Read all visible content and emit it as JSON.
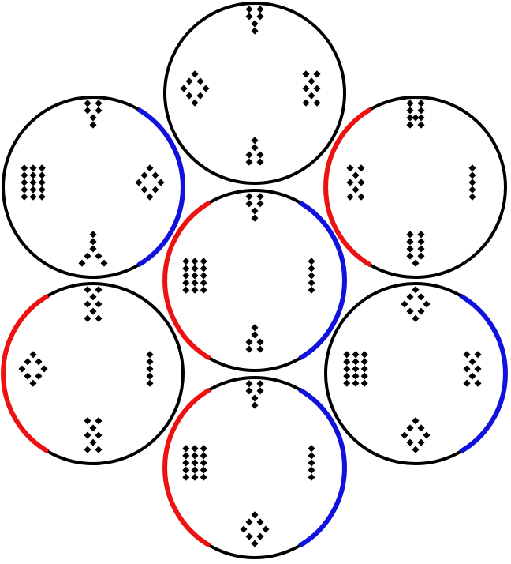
{
  "diagram": {
    "colors": {
      "outline": "#000000",
      "arc_red": "#ee1111",
      "arc_blue": "#1111dd",
      "dot": "#000000",
      "background": "#ffffff"
    },
    "tiles": [
      {
        "id": "top",
        "arcs": [],
        "dot_groups": [
          {
            "side": "top",
            "pattern": "Y"
          },
          {
            "side": "left",
            "pattern": "O"
          },
          {
            "side": "right",
            "pattern": "X"
          },
          {
            "side": "bottom",
            "pattern": "A"
          }
        ]
      },
      {
        "id": "upper-left",
        "arcs": [
          {
            "color": "blue",
            "side": "right"
          }
        ],
        "dot_groups": [
          {
            "side": "top",
            "pattern": "Y"
          },
          {
            "side": "left",
            "pattern": "II"
          },
          {
            "side": "right",
            "pattern": "O"
          },
          {
            "side": "bottom",
            "pattern": "Lambda"
          }
        ]
      },
      {
        "id": "upper-right",
        "arcs": [
          {
            "color": "red",
            "side": "left"
          }
        ],
        "dot_groups": [
          {
            "side": "top",
            "pattern": "N"
          },
          {
            "side": "left",
            "pattern": "X"
          },
          {
            "side": "right",
            "pattern": "I"
          },
          {
            "side": "bottom",
            "pattern": "U"
          }
        ]
      },
      {
        "id": "center",
        "arcs": [
          {
            "color": "red",
            "side": "left"
          },
          {
            "color": "blue",
            "side": "right"
          }
        ],
        "dot_groups": [
          {
            "side": "top",
            "pattern": "V"
          },
          {
            "side": "left",
            "pattern": "II"
          },
          {
            "side": "right",
            "pattern": "I"
          },
          {
            "side": "bottom",
            "pattern": "A"
          }
        ]
      },
      {
        "id": "lower-left",
        "arcs": [
          {
            "color": "red",
            "side": "left"
          }
        ],
        "dot_groups": [
          {
            "side": "top",
            "pattern": "X"
          },
          {
            "side": "left",
            "pattern": "O"
          },
          {
            "side": "right",
            "pattern": "I"
          },
          {
            "side": "bottom",
            "pattern": "X"
          }
        ]
      },
      {
        "id": "lower-right",
        "arcs": [
          {
            "color": "blue",
            "side": "right"
          }
        ],
        "dot_groups": [
          {
            "side": "top",
            "pattern": "O"
          },
          {
            "side": "left",
            "pattern": "II"
          },
          {
            "side": "right",
            "pattern": "X"
          },
          {
            "side": "bottom",
            "pattern": "O"
          }
        ]
      },
      {
        "id": "bottom",
        "arcs": [
          {
            "color": "red",
            "side": "left"
          },
          {
            "color": "blue",
            "side": "right"
          }
        ],
        "dot_groups": [
          {
            "side": "top",
            "pattern": "V"
          },
          {
            "side": "left",
            "pattern": "II"
          },
          {
            "side": "right",
            "pattern": "I"
          },
          {
            "side": "bottom",
            "pattern": "O"
          }
        ]
      }
    ]
  }
}
